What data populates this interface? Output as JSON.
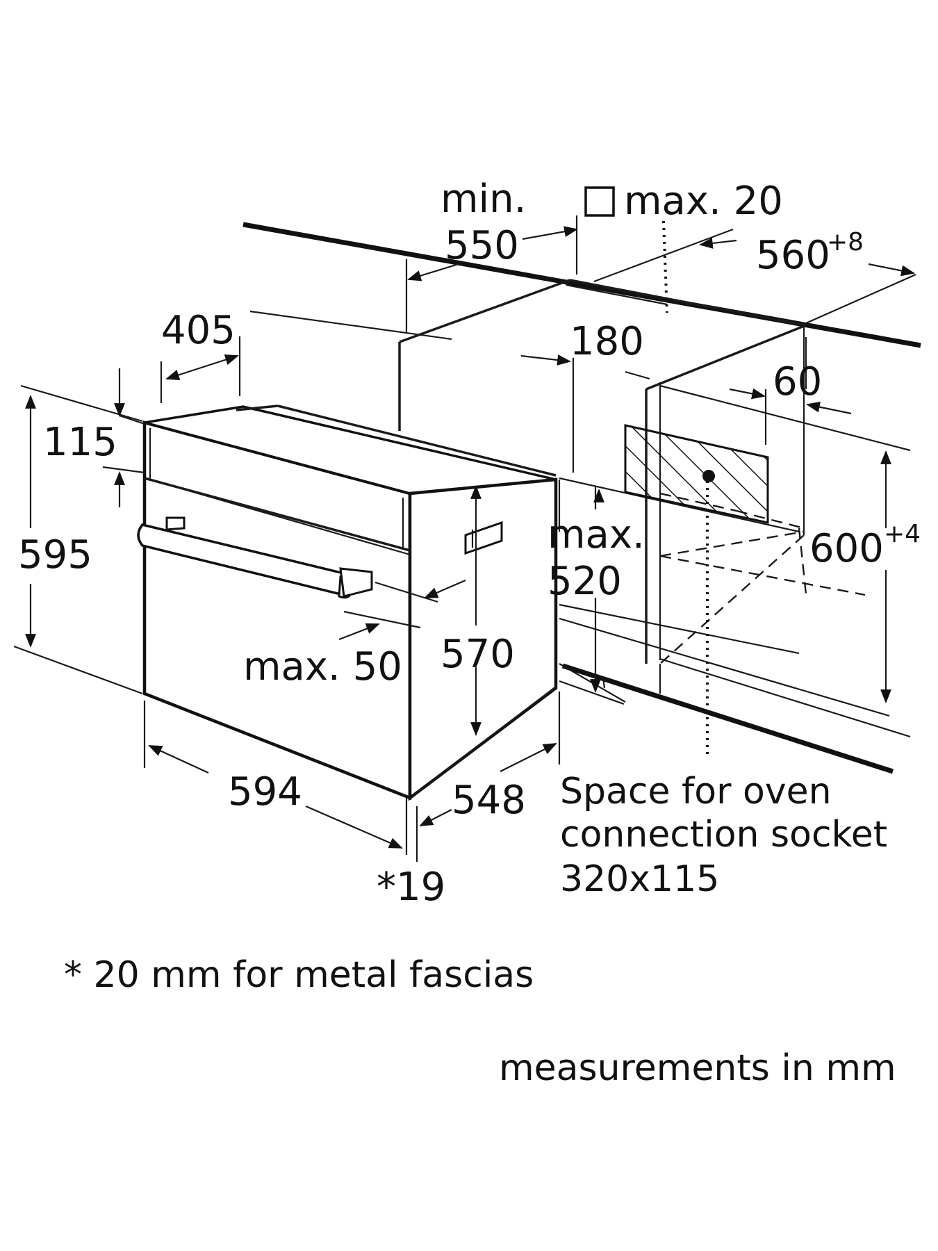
{
  "dims": {
    "min_label": "min.",
    "min_value": "550",
    "max20": "max. 20",
    "w560": "560",
    "w560_tol": "+8",
    "d405": "405",
    "d180": "180",
    "d60": "60",
    "d115": "115",
    "d595": "595",
    "max520_a": "max.",
    "max520_b": "520",
    "h600": "600",
    "h600_tol": "+4",
    "max50": "max. 50",
    "d570": "570",
    "d594": "594",
    "d548": "548",
    "d19": "*19"
  },
  "socket_text": {
    "line1": "Space for oven",
    "line2": "connection socket",
    "line3": "320x115"
  },
  "footnote": "* 20 mm for metal fascias",
  "units_note": "measurements in mm"
}
